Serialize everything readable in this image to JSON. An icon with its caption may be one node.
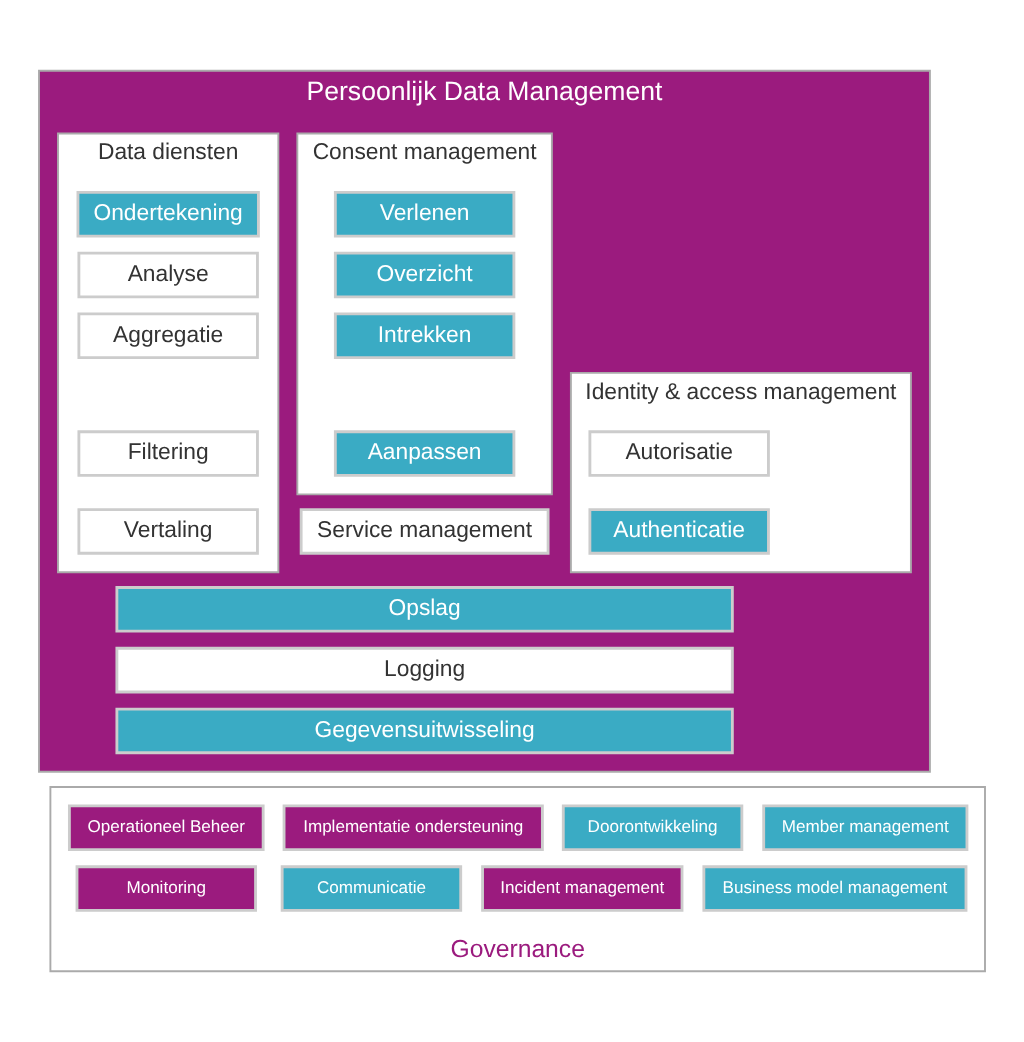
{
  "diagram": {
    "nodes": [
      {
        "text": [
          "Persoonlijk Data Management"
        ]
      },
      {
        "text": [
          "Identity & access management"
        ],
        "in": 0
      },
      {
        "text": [
          "Autorisatie"
        ],
        "in": 1
      },
      {
        "text": [
          "Authenticatie"
        ],
        "in": 1
      },
      {
        "text": [
          "Consent management"
        ],
        "in": 0
      },
      {
        "text": [
          "Verlenen"
        ],
        "in": 4
      },
      {
        "text": [
          "Overzicht"
        ],
        "in": 4
      },
      {
        "text": [
          "Intrekken"
        ],
        "in": 4
      },
      {
        "text": [
          "Aanpassen"
        ],
        "in": 4
      },
      {
        "text": [
          "Service management"
        ],
        "in": 0
      },
      {
        "text": [
          "Data diensten"
        ],
        "in": 0
      },
      {
        "text": [
          "Ondertekening"
        ],
        "in": 10
      },
      {
        "text": [
          "Analyse"
        ],
        "in": 10
      },
      {
        "text": [
          "Aggregatie"
        ],
        "in": 10
      },
      {
        "text": [
          "Filtering"
        ],
        "in": 10
      },
      {
        "text": [
          "Vertaling"
        ],
        "in": 10
      },
      {
        "text": [
          "Opslag"
        ],
        "in": 0
      },
      {
        "text": [
          "Logging"
        ],
        "in": 0
      },
      {
        "text": [
          "Gegevensuitwisseling"
        ],
        "in": 0
      },
      {
        "text": [
          "Governance"
        ]
      },
      {
        "text": [
          "Member management"
        ],
        "in": 19
      },
      {
        "text": [
          "Doorontwikkeling"
        ],
        "in": 19
      },
      {
        "text": [
          "Implementatie ondersteuning"
        ],
        "in": 19
      },
      {
        "text": [
          "Operationeel Beheer"
        ],
        "in": 19
      },
      {
        "text": [
          "Business model management"
        ],
        "in": 19
      },
      {
        "text": [
          "Incident management"
        ],
        "in": 19
      },
      {
        "text": [
          "Communicatie"
        ],
        "in": 19
      },
      {
        "text": [
          "Monitoring"
        ],
        "in": 19
      }
    ],
    "edges": []
  }
}
